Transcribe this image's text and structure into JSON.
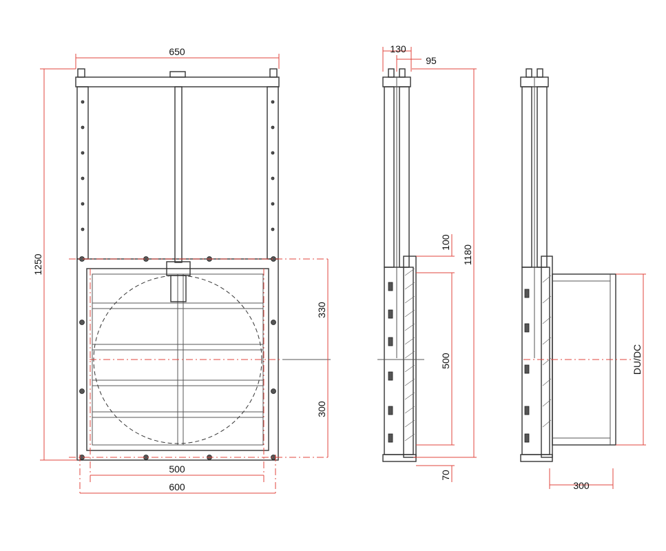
{
  "colors": {
    "dimension": "#e0443c",
    "outline": "#333333",
    "background": "#ffffff"
  },
  "front_view": {
    "top_width": "650",
    "overall_height": "1250",
    "upper_opening": "330",
    "lower_opening": "300",
    "port_width": "500",
    "frame_width": "600"
  },
  "side_view": {
    "frame_depth": "130",
    "stem_offset": "95",
    "total_height": "1180",
    "flange_height": "100",
    "port_height": "500",
    "base_height": "70"
  },
  "spigot_view": {
    "diameter_label": "DU/DC",
    "spigot_length": "300"
  }
}
